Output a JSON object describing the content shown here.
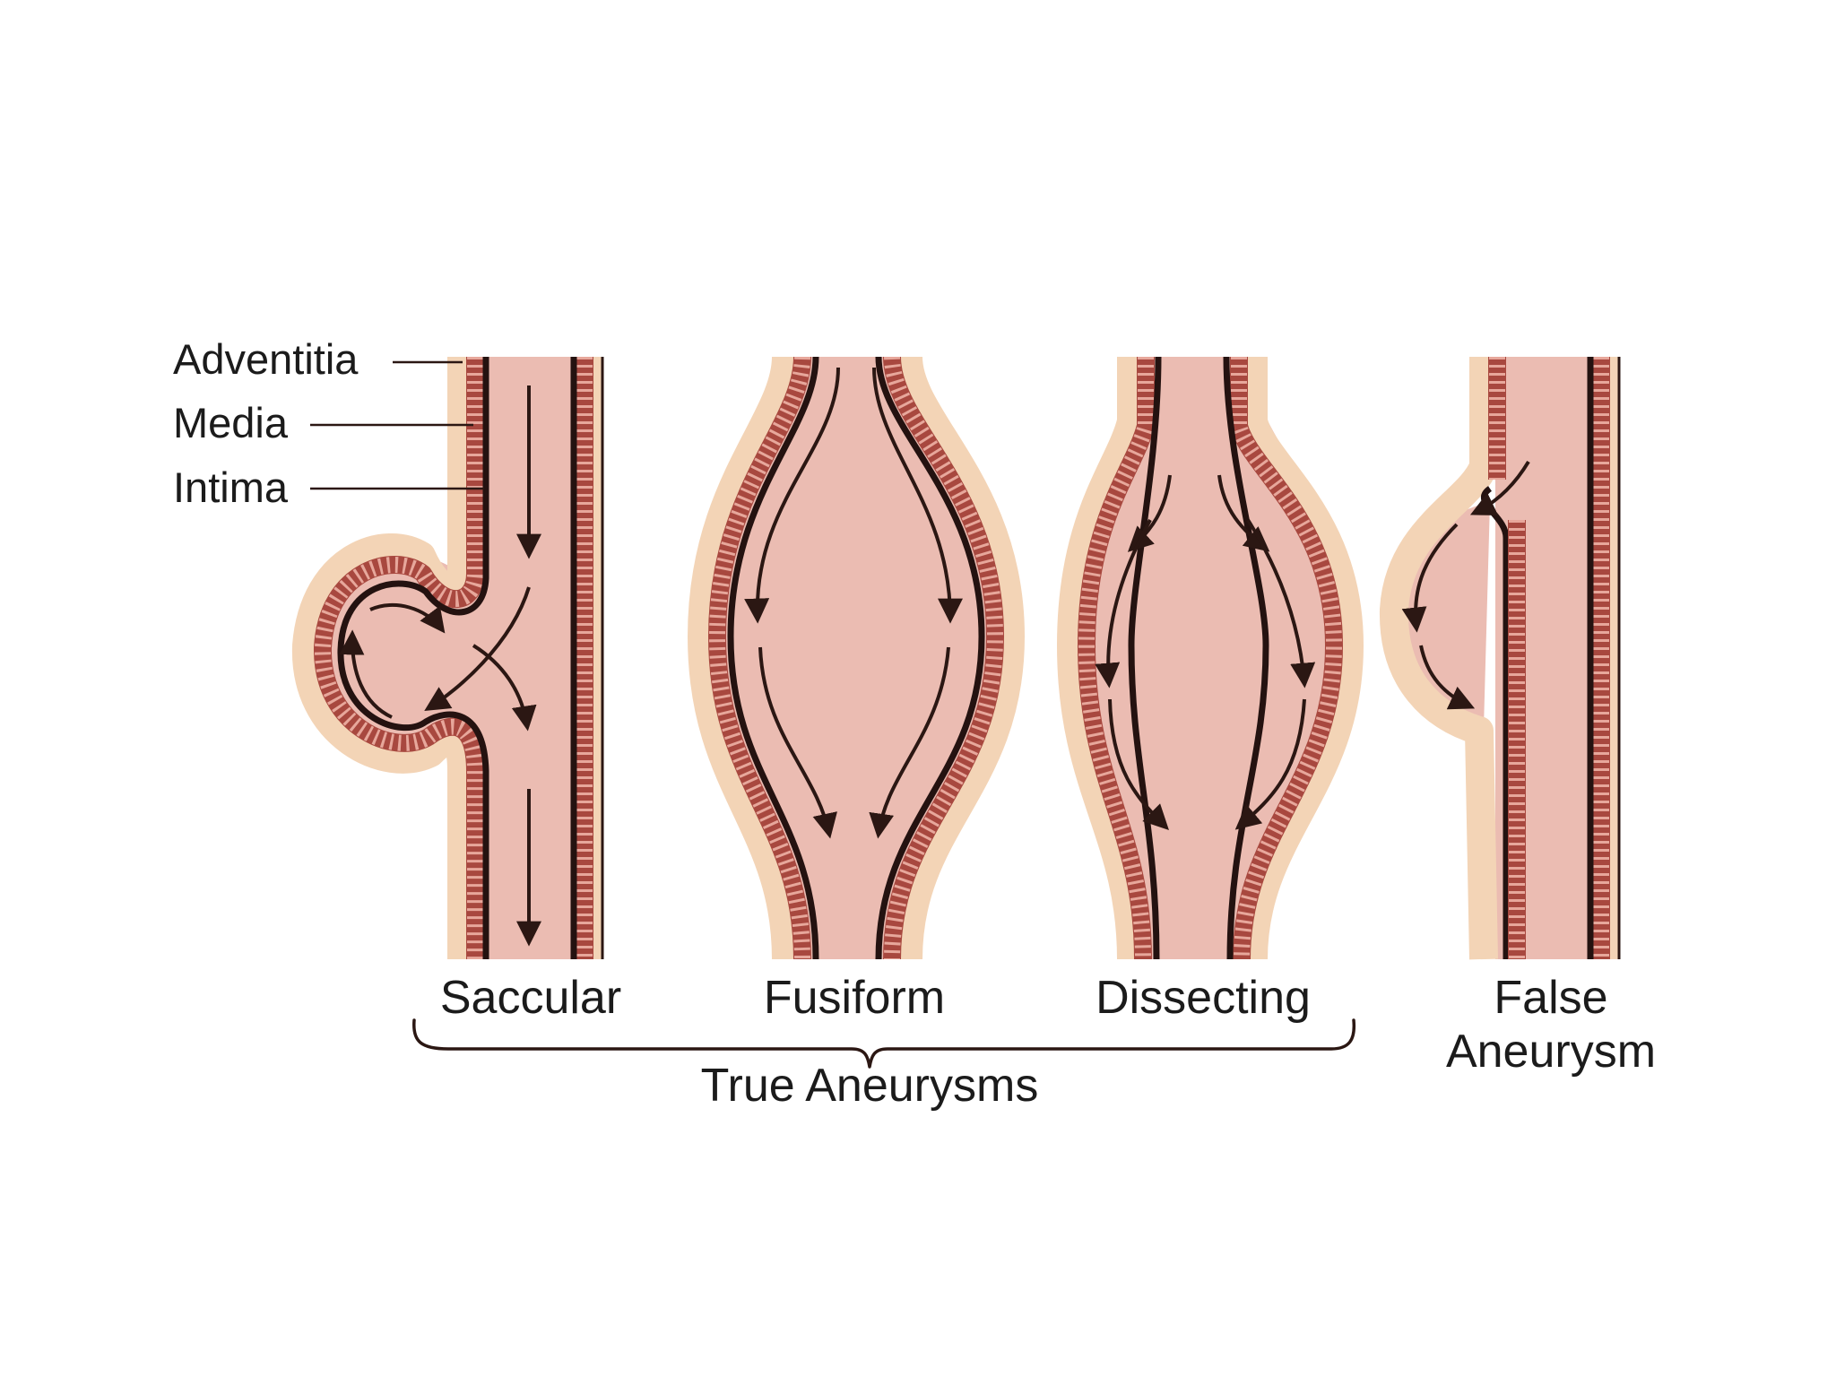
{
  "layer_labels": {
    "adventitia": "Adventitia",
    "media": "Media",
    "intima": "Intima"
  },
  "types": {
    "saccular": "Saccular",
    "fusiform": "Fusiform",
    "dissecting": "Dissecting",
    "false_line1": "False",
    "false_line2": "Aneurysm"
  },
  "group_label": "True Aneurysms",
  "colors": {
    "lumen": "#ebbcb2",
    "adventitia": "#f3d4b6",
    "media": "#a8483f",
    "intima": "#241210"
  }
}
